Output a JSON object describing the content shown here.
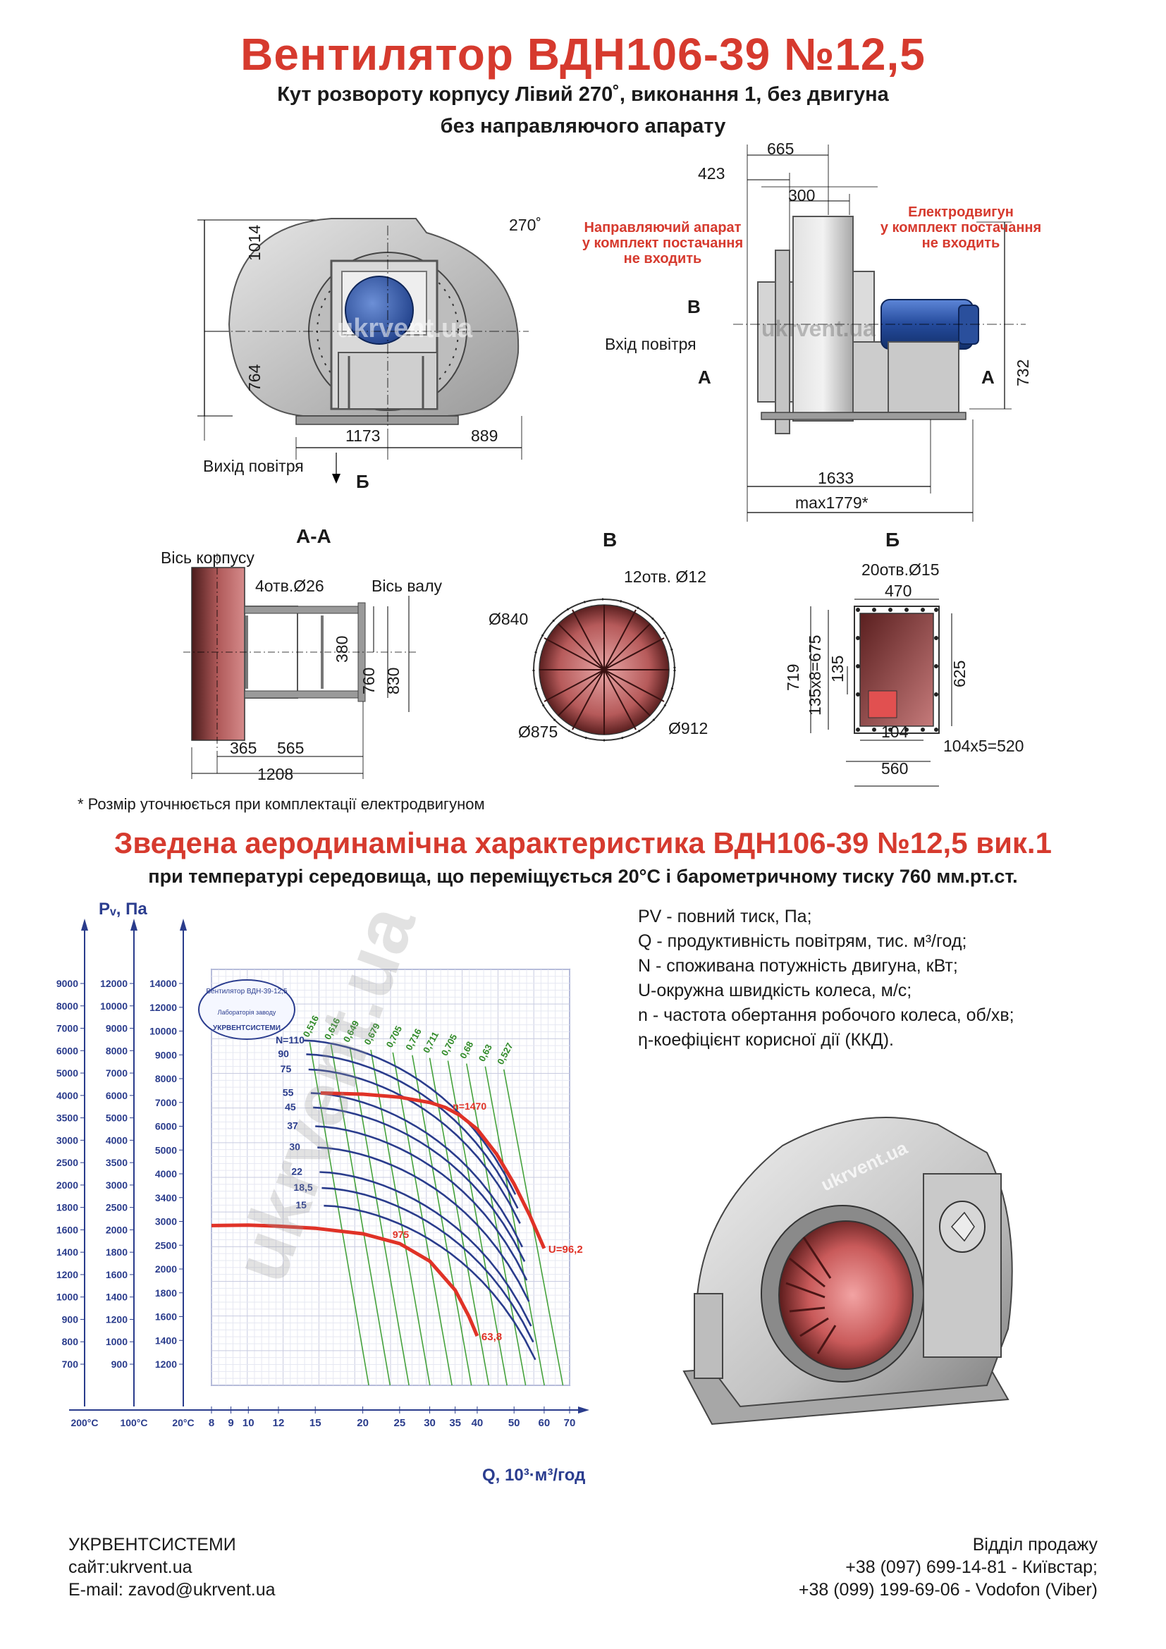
{
  "header": {
    "title": "Вентилятор  ВДН106-39 №12,5",
    "subtitle1": "Кут розвороту корпусу Лівий 270˚, виконання 1, без двигуна",
    "subtitle2": "без направляючого апарату"
  },
  "front_view": {
    "angle": "270˚",
    "dim_1014": "1014",
    "dim_764": "764",
    "dim_1173": "1173",
    "dim_889": "889",
    "outlet_label": "Вихід повітря",
    "section_b": "Б",
    "watermark": "ukrvent.ua"
  },
  "side_view": {
    "dim_665": "665",
    "dim_423": "423",
    "dim_300": "300",
    "dim_732": "732",
    "dim_1633": "1633",
    "dim_max": "max1779*",
    "guide_note": [
      "Направляючий апарат",
      "у комплект постачання",
      "не входить"
    ],
    "motor_note": [
      "Електродвигун",
      "у комплект постачання",
      "не входить"
    ],
    "inlet_label": "Вхід повітря",
    "mark_v": "В",
    "mark_a_left": "А",
    "mark_a_right": "А",
    "watermark": "ukrvent.ua"
  },
  "section_aa": {
    "title": "А-А",
    "axis_body": "Вісь корпусу",
    "holes": "4отв.Ø26",
    "axis_shaft": "Вісь валу",
    "dim_380": "380",
    "dim_760": "760",
    "dim_830": "830",
    "dim_365": "365",
    "dim_565": "565",
    "dim_1208": "1208"
  },
  "section_v": {
    "title": "В",
    "holes": "12отв. Ø12",
    "d840": "Ø840",
    "d875": "Ø875",
    "d912": "Ø912"
  },
  "section_b": {
    "title": "Б",
    "holes": "20отв.Ø15",
    "dim_470": "470",
    "dim_719": "719",
    "dim_675": "135x8=675",
    "dim_135": "135",
    "dim_625": "625",
    "dim_104": "104",
    "dim_520": "104x5=520",
    "dim_560": "560"
  },
  "footnote": "* Розмір уточнюється при комплектації електродвигуном",
  "aero": {
    "title": "Зведена аеродинамічна характеристика ВДН106-39 №12,5 вик.1",
    "subtitle": "при температурі середовища, що переміщується 20°С і барометричному тиску 760 мм.рт.ст."
  },
  "legend": [
    "PV - повний тиск, Па;",
    "Q - продуктивність повітрям, тис. м³/год;",
    "N - споживана потужність двигуна, кВт;",
    "U-окружна швидкість колеса, м/с;",
    "n - частота обертання робочого колеса, об/хв;",
    "η-коефіцієнт корисної дії (ККД)."
  ],
  "chart_data": {
    "type": "line",
    "title": "",
    "ylabel": "Pᵥ, Па",
    "xlabel": "Q, 10³·м³/год",
    "x_scale": "log",
    "y_scale": "log",
    "xlim": [
      8,
      70
    ],
    "x_ticks": [
      "8",
      "9",
      "10",
      "12",
      "15",
      "20",
      "25",
      "30",
      "35",
      "40",
      "50",
      "60",
      "70"
    ],
    "x_temps": [
      "200°С",
      "100°С",
      "20°С"
    ],
    "y_axis_200": [
      "9000",
      "8000",
      "7000",
      "6000",
      "5000",
      "4000",
      "3500",
      "3000",
      "2500",
      "2000",
      "1800",
      "1600",
      "1400",
      "1200",
      "1000",
      "900",
      "800",
      "700"
    ],
    "y_axis_100": [
      "12000",
      "10000",
      "9000",
      "8000",
      "7000",
      "6000",
      "5000",
      "4000",
      "3500",
      "3000",
      "2500",
      "2000",
      "1800",
      "1600",
      "1400",
      "1200",
      "1000",
      "900"
    ],
    "y_axis_20": [
      "14000",
      "12000",
      "10000",
      "9000",
      "8000",
      "7000",
      "6000",
      "5000",
      "4000",
      "3400",
      "3000",
      "2500",
      "2000",
      "1800",
      "1600",
      "1400",
      "1200"
    ],
    "power_labels": [
      "N=110",
      "90",
      "75",
      "55",
      "45",
      "37",
      "30",
      "22",
      "18,5",
      "15"
    ],
    "efficiency_labels": [
      "0,516",
      "0,616",
      "0,649",
      "0,679",
      "0,705",
      "0,716",
      "0,711",
      "0,705",
      "0,68",
      "0,63",
      "0,527"
    ],
    "series": [
      {
        "name": "n=1470",
        "Q": [
          15.5,
          20,
          25,
          30,
          33,
          36,
          40,
          45,
          50,
          55,
          60
        ],
        "P": [
          6900,
          6850,
          6720,
          6500,
          6300,
          6000,
          5500,
          4700,
          3900,
          3200,
          2600
        ],
        "end_label": "U=96,2"
      },
      {
        "name": "975",
        "Q": [
          8,
          10,
          12,
          15,
          20,
          25,
          30,
          35,
          38,
          40
        ],
        "P": [
          3000,
          3010,
          2990,
          2950,
          2850,
          2680,
          2400,
          2000,
          1700,
          1500
        ],
        "end_label": "63,8"
      }
    ],
    "grid": true,
    "stamp_text": [
      "Вентилятор ВДН-39-12,5",
      "Лабораторія заводу",
      "УКРВЕНТСИСТЕМИ"
    ],
    "watermark": "ukrvent.ua"
  },
  "iso_watermark": "ukrvent.ua",
  "footer": {
    "company": "УКРВЕНТСИСТЕМИ",
    "site": "сайт:ukrvent.ua",
    "email": "E-mail: zavod@ukrvent.ua",
    "sales": "Відділ продажу",
    "phone1": "+38 (097) 699-14-81 - Київстар;",
    "phone2": "+38 (099) 199-69-06 - Vodofon (Viber)"
  }
}
